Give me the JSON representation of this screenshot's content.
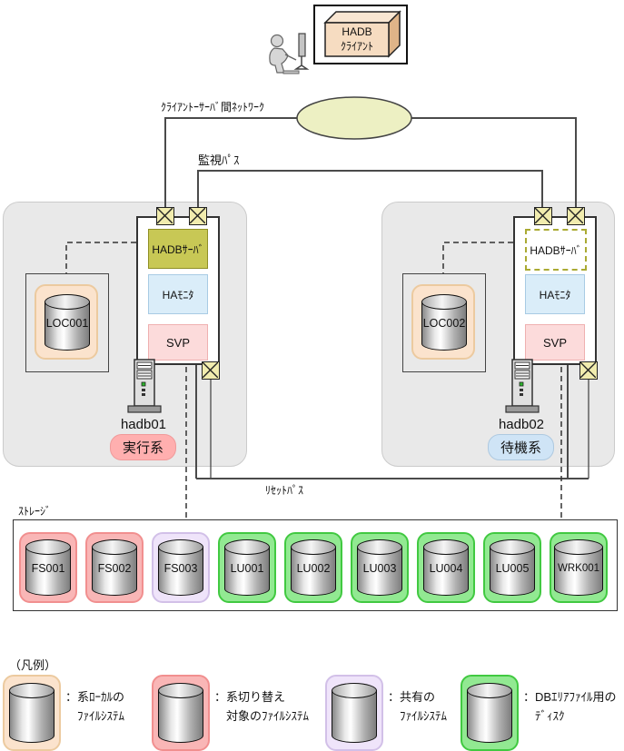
{
  "client": {
    "label_line1": "HADB",
    "label_line2": "ｸﾗｲｱﾝﾄ"
  },
  "networks": {
    "client_server_label": "ｸﾗｲｱﾝﾄｰｻｰﾊﾞ間ﾈｯﾄﾜｰｸ",
    "monitor_label": "監視ﾊﾟｽ",
    "reset_label": "ﾘｾｯﾄﾊﾟｽ"
  },
  "nodes": [
    {
      "host": "hadb01",
      "role": "実行系",
      "hadb_server": "HADBｻｰﾊﾞ",
      "ha_monitor": "HAﾓﾆﾀ",
      "svp": "SVP",
      "local_disk": "LOC001",
      "hadb_server_state": "active"
    },
    {
      "host": "hadb02",
      "role": "待機系",
      "hadb_server": "HADBｻｰﾊﾞ",
      "ha_monitor": "HAﾓﾆﾀ",
      "svp": "SVP",
      "local_disk": "LOC002",
      "hadb_server_state": "standby"
    }
  ],
  "storage": {
    "label": "ｽﾄﾚｰｼﾞ",
    "disks": [
      {
        "label": "FS001",
        "type": "switchover"
      },
      {
        "label": "FS002",
        "type": "switchover"
      },
      {
        "label": "FS003",
        "type": "shared"
      },
      {
        "label": "LU001",
        "type": "db-area"
      },
      {
        "label": "LU002",
        "type": "db-area"
      },
      {
        "label": "LU003",
        "type": "db-area"
      },
      {
        "label": "LU004",
        "type": "db-area"
      },
      {
        "label": "LU005",
        "type": "db-area"
      },
      {
        "label": "WRK001",
        "type": "db-area"
      }
    ]
  },
  "legend": {
    "title": "（凡例）",
    "items": [
      {
        "line1": "：系ﾛｰｶﾙの",
        "line2": "ﾌｧｲﾙｼｽﾃﾑ",
        "color": "#fbe3cd"
      },
      {
        "line1": "：系切り替え",
        "line2": "対象のﾌｧｲﾙｼｽﾃﾑ",
        "color": "#f9b6b6"
      },
      {
        "line1": "：共有の",
        "line2": "ﾌｧｲﾙｼｽﾃﾑ",
        "color": "#efe4fa"
      },
      {
        "line1": "：DBｴﾘｱﾌｧｲﾙ用の",
        "line2": "ﾃﾞｨｽｸ",
        "color": "#92e992"
      }
    ]
  },
  "colors": {
    "hadb_server_active": "#c8c855",
    "ha_monitor": "#daedf9",
    "svp": "#fcdbdb",
    "active_badge": "#ffafaf",
    "standby_badge": "#cfe4f6",
    "network_ellipse": "#edf0c3",
    "nic_box": "#f1ecae",
    "panel": "#e9e9e9"
  }
}
